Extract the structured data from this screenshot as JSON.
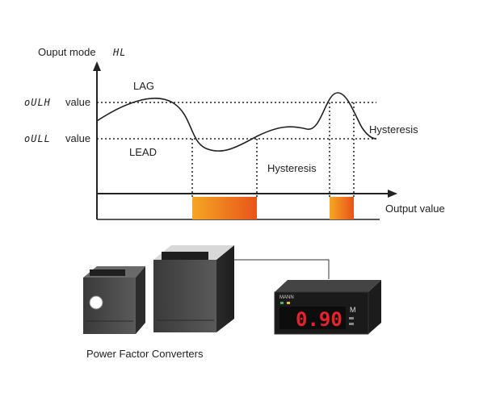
{
  "diagram": {
    "y_axis_label": "Ouput mode",
    "y_axis_mode_code": "HL",
    "high_level": {
      "code": "oULH",
      "label": "value"
    },
    "low_level": {
      "code": "oULL",
      "label": "value"
    },
    "region_high": "LAG",
    "region_low": "LEAD",
    "hysteresis_label_1": "Hysteresis",
    "hysteresis_label_2": "Hysteresis",
    "x_axis_label": "Output value"
  },
  "photos": {
    "caption": "Power Factor Converters",
    "meter_brand": "MANN",
    "meter_reading": "0.90",
    "meter_button": "M"
  },
  "colors": {
    "pulse_start": "#f5a623",
    "pulse_end": "#e8541a",
    "meter_digits": "#e8222a"
  }
}
